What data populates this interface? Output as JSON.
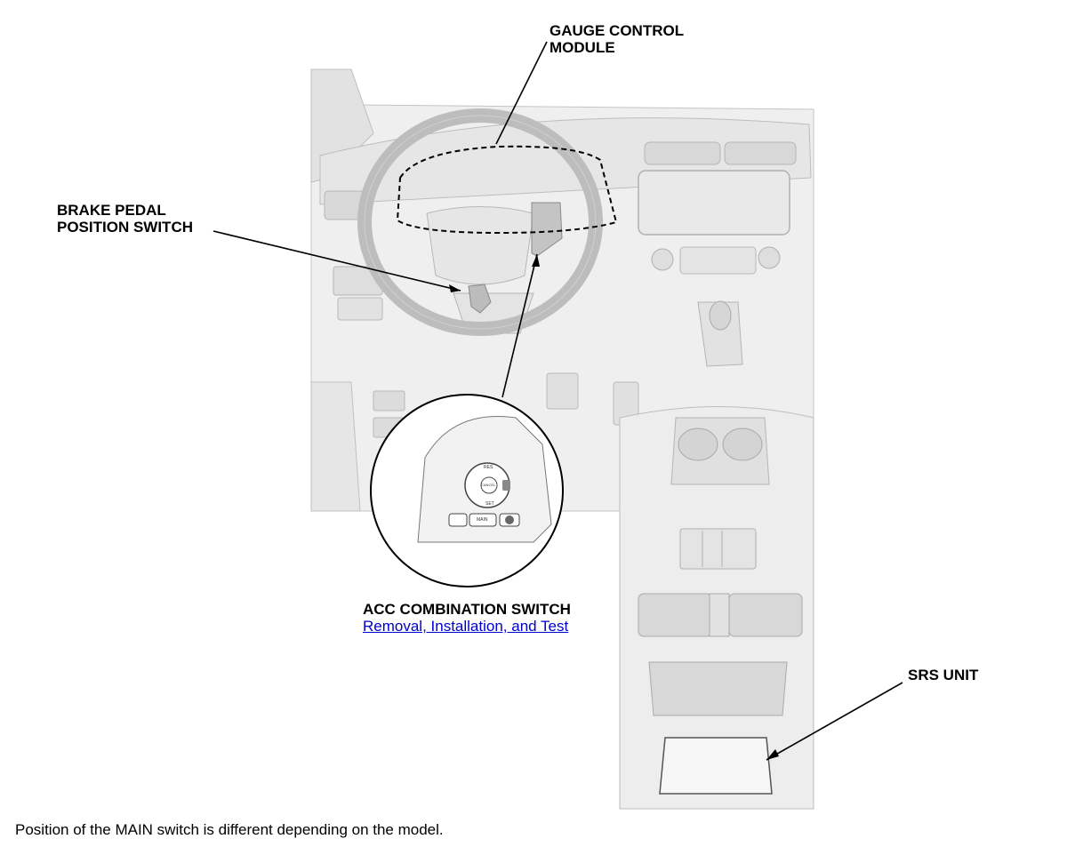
{
  "labels": {
    "gauge_line1": "GAUGE CONTROL",
    "gauge_line2": "MODULE",
    "brake_line1": "BRAKE PEDAL",
    "brake_line2": "POSITION SWITCH",
    "acc_title": "ACC COMBINATION SWITCH",
    "acc_link": "Removal, Installation, and Test",
    "srs": "SRS UNIT"
  },
  "switch_buttons": {
    "main": "MAIN",
    "res": "RES",
    "set": "SET",
    "cancel": "CANCEL"
  },
  "footnote": "Position of the MAIN switch is different depending on the model.",
  "colors": {
    "link": "#0000cc",
    "line": "#000000",
    "illustration_fill": "#ececec",
    "illustration_stroke": "#bdbdbd"
  }
}
